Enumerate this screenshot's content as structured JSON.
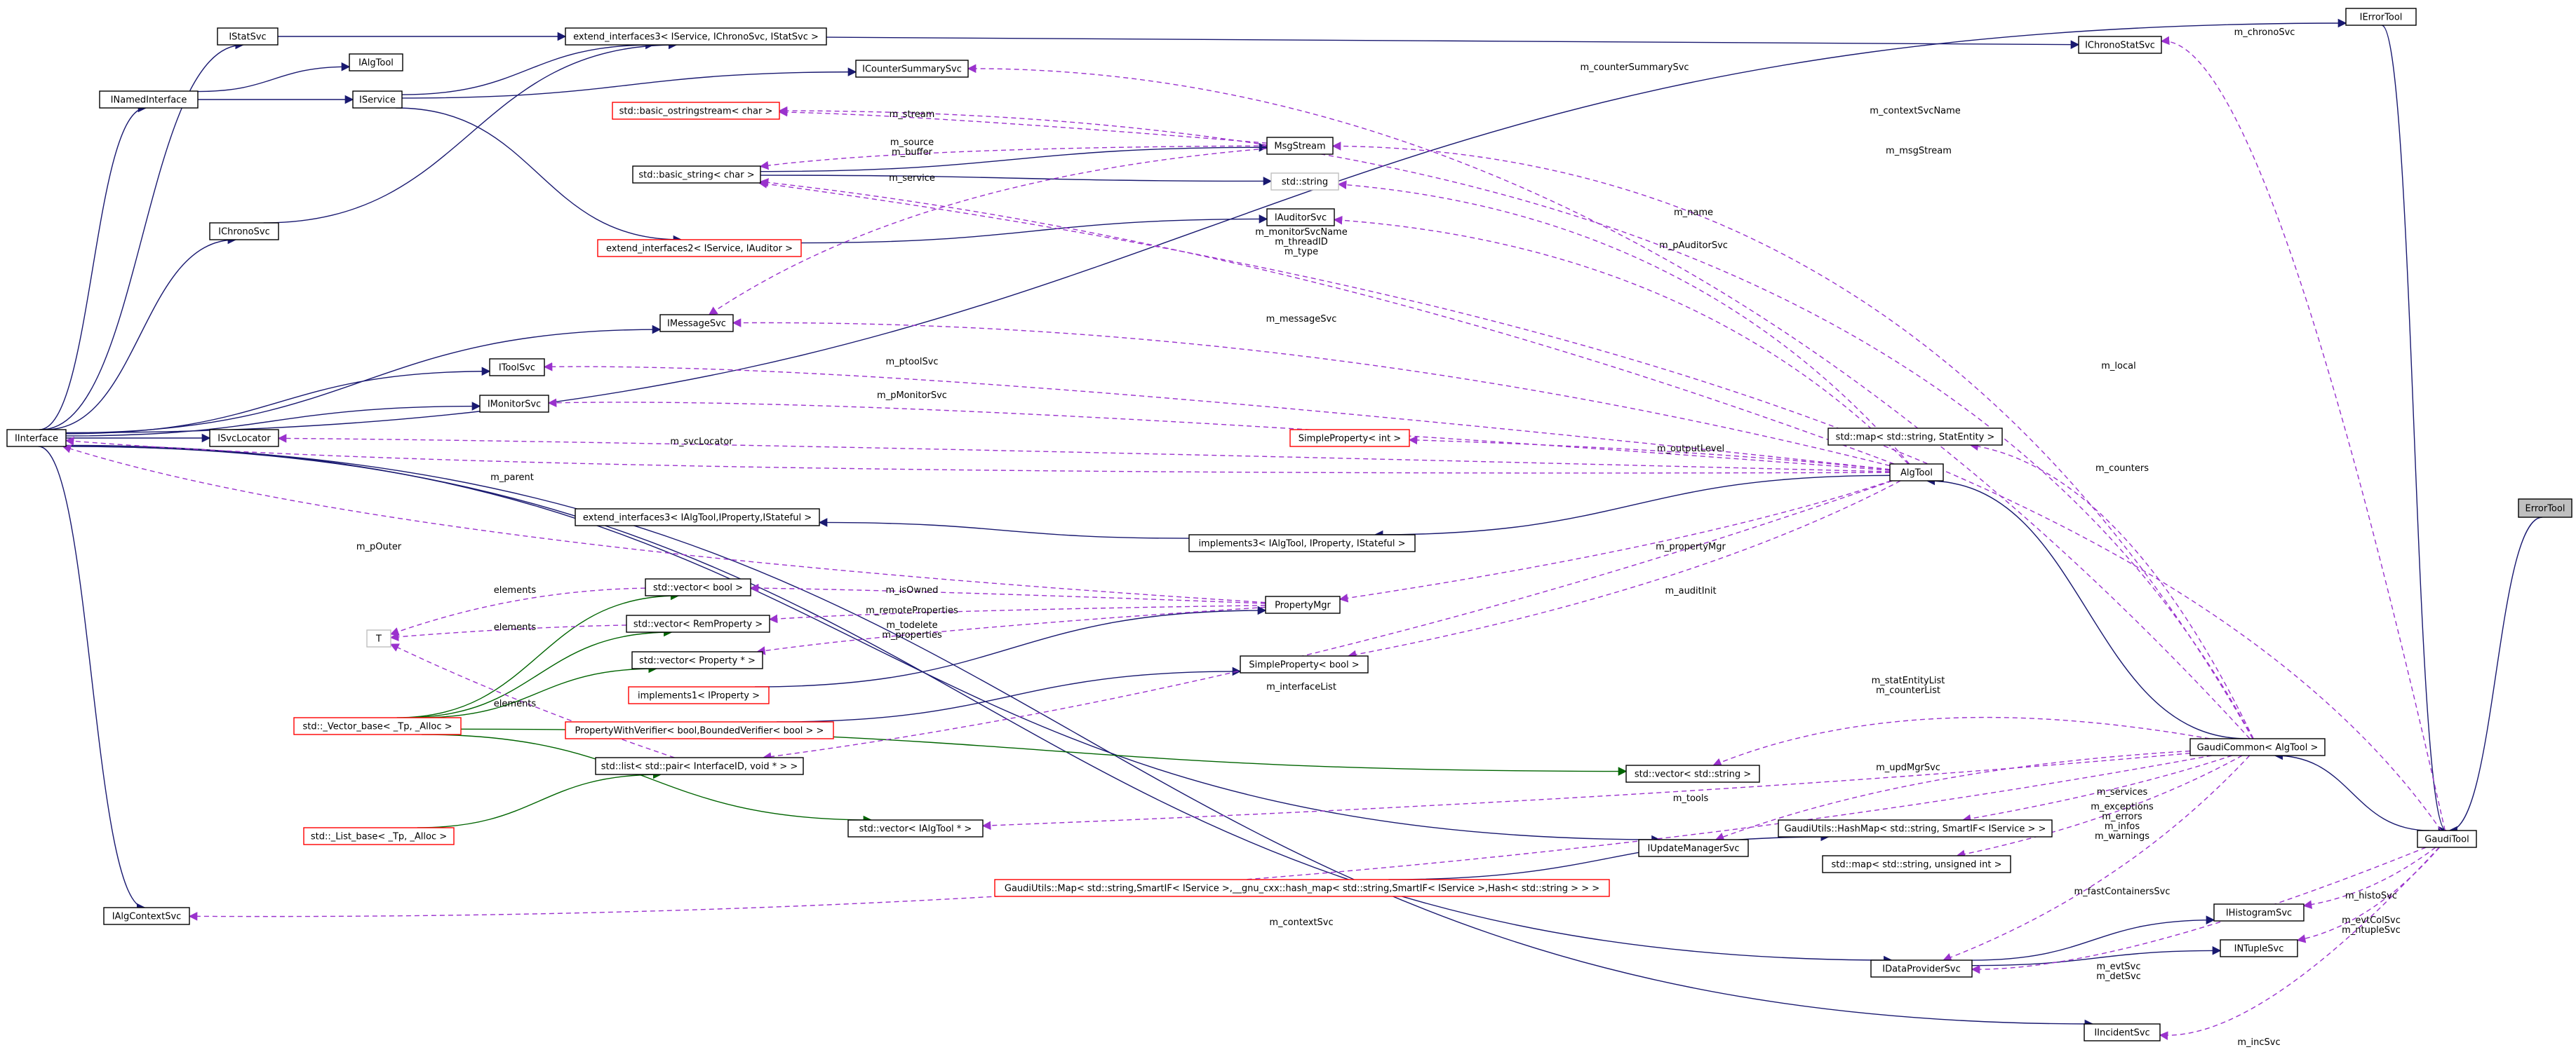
{
  "nodes": [
    {
      "id": "IErrorTool",
      "label": "IErrorTool",
      "style": "normal"
    },
    {
      "id": "ErrorTool",
      "label": "ErrorTool",
      "style": "focus"
    },
    {
      "id": "IStatSvc",
      "label": "IStatSvc",
      "style": "normal"
    },
    {
      "id": "extend3",
      "label": "extend_interfaces3< IService, IChronoSvc, IStatSvc >",
      "style": "normal"
    },
    {
      "id": "IChronoStatSvc",
      "label": "IChronoStatSvc",
      "style": "normal"
    },
    {
      "id": "IAlgTool",
      "label": "IAlgTool",
      "style": "normal"
    },
    {
      "id": "ICounterSummarySvc",
      "label": "ICounterSummarySvc",
      "style": "normal"
    },
    {
      "id": "INamedInterface",
      "label": "INamedInterface",
      "style": "normal"
    },
    {
      "id": "IService",
      "label": "IService",
      "style": "normal"
    },
    {
      "id": "basic_ostringstream",
      "label": "std::basic_ostringstream< char >",
      "style": "red"
    },
    {
      "id": "MsgStream",
      "label": "MsgStream",
      "style": "normal"
    },
    {
      "id": "basic_string",
      "label": "std::basic_string< char >",
      "style": "normal"
    },
    {
      "id": "string",
      "label": "std::string",
      "style": "grey"
    },
    {
      "id": "IAuditorSvc",
      "label": "IAuditorSvc",
      "style": "normal"
    },
    {
      "id": "IChronoSvc",
      "label": "IChronoSvc",
      "style": "normal"
    },
    {
      "id": "extend2",
      "label": "extend_interfaces2< IService, IAuditor >",
      "style": "red"
    },
    {
      "id": "IMessageSvc",
      "label": "IMessageSvc",
      "style": "normal"
    },
    {
      "id": "IToolSvc",
      "label": "IToolSvc",
      "style": "normal"
    },
    {
      "id": "IMonitorSvc",
      "label": "IMonitorSvc",
      "style": "normal"
    },
    {
      "id": "IInterface",
      "label": "IInterface",
      "style": "normal"
    },
    {
      "id": "ISvcLocator",
      "label": "ISvcLocator",
      "style": "normal"
    },
    {
      "id": "SimplePropertyInt",
      "label": "SimpleProperty< int >",
      "style": "red"
    },
    {
      "id": "mapStatEntity",
      "label": "std::map< std::string, StatEntity >",
      "style": "normal"
    },
    {
      "id": "AlgTool",
      "label": "AlgTool",
      "style": "normal"
    },
    {
      "id": "extend3alg",
      "label": "extend_interfaces3< IAlgTool,IProperty,IStateful >",
      "style": "normal"
    },
    {
      "id": "implements3",
      "label": "implements3< IAlgTool, IProperty, IStateful >",
      "style": "normal"
    },
    {
      "id": "vectorBool",
      "label": "std::vector< bool >",
      "style": "normal"
    },
    {
      "id": "T",
      "label": "T",
      "style": "grey"
    },
    {
      "id": "vectorRemProp",
      "label": "std::vector< RemProperty >",
      "style": "normal"
    },
    {
      "id": "PropertyMgr",
      "label": "PropertyMgr",
      "style": "normal"
    },
    {
      "id": "vectorProp",
      "label": "std::vector< Property * >",
      "style": "normal"
    },
    {
      "id": "SimplePropertyBool",
      "label": "SimpleProperty< bool >",
      "style": "normal"
    },
    {
      "id": "implements1",
      "label": "implements1< IProperty >",
      "style": "red"
    },
    {
      "id": "vectorBase",
      "label": "std::_Vector_base< _Tp, _Alloc >",
      "style": "red"
    },
    {
      "id": "PropertyWithVerifier",
      "label": "PropertyWithVerifier< bool,BoundedVerifier< bool > >",
      "style": "red"
    },
    {
      "id": "listPair",
      "label": "std::list< std::pair< InterfaceID, void * > >",
      "style": "normal"
    },
    {
      "id": "vectorString",
      "label": "std::vector< std::string >",
      "style": "normal"
    },
    {
      "id": "GaudiCommon",
      "label": "GaudiCommon< AlgTool >",
      "style": "normal"
    },
    {
      "id": "listBase",
      "label": "std::_List_base< _Tp, _Alloc >",
      "style": "red"
    },
    {
      "id": "vectorIAlgTool",
      "label": "std::vector< IAlgTool * >",
      "style": "normal"
    },
    {
      "id": "HashMap",
      "label": "GaudiUtils::HashMap< std::string, SmartIF< IService > >",
      "style": "normal"
    },
    {
      "id": "GaudiTool",
      "label": "GaudiTool",
      "style": "normal"
    },
    {
      "id": "IUpdateManagerSvc",
      "label": "IUpdateManagerSvc",
      "style": "normal"
    },
    {
      "id": "mapUInt",
      "label": "std::map< std::string, unsigned int >",
      "style": "normal"
    },
    {
      "id": "GaudiUtilsMap",
      "label": "GaudiUtils::Map< std::string,SmartIF< IService >,__gnu_cxx::hash_map< std::string,SmartIF< IService >,Hash< std::string > > >",
      "style": "red"
    },
    {
      "id": "IAlgContextSvc",
      "label": "IAlgContextSvc",
      "style": "normal"
    },
    {
      "id": "IHistogramSvc",
      "label": "IHistogramSvc",
      "style": "normal"
    },
    {
      "id": "INTupleSvc",
      "label": "INTupleSvc",
      "style": "normal"
    },
    {
      "id": "IDataProviderSvc",
      "label": "IDataProviderSvc",
      "style": "normal"
    },
    {
      "id": "IIncidentSvc",
      "label": "IIncidentSvc",
      "style": "normal"
    }
  ],
  "edge_labels": {
    "m_chronoSvc": "m_chronoSvc",
    "m_counterSummarySvc": "m_counterSummarySvc",
    "m_contextSvcName": "m_contextSvcName",
    "m_stream": "m_stream",
    "m_source": "m_source",
    "m_buffer": "m_buffer",
    "m_service": "m_service",
    "m_msgStream": "m_msgStream",
    "m_name": "m_name",
    "m_monitorSvcName": "m_monitorSvcName",
    "m_threadID": "m_threadID",
    "m_type": "m_type",
    "m_pAuditorSvc": "m_pAuditorSvc",
    "m_messageSvc": "m_messageSvc",
    "m_local": "m_local",
    "m_ptoolSvc": "m_ptoolSvc",
    "m_pMonitorSvc": "m_pMonitorSvc",
    "m_svcLocator": "m_svcLocator",
    "m_outputLevel": "m_outputLevel",
    "m_counters": "m_counters",
    "m_parent": "m_parent",
    "m_pOuter": "m_pOuter",
    "m_propertyMgr": "m_propertyMgr",
    "elements1": "elements",
    "m_isOwned": "m_isOwned",
    "elements2": "elements",
    "m_remoteProperties": "m_remoteProperties",
    "m_todelete": "m_todelete",
    "m_properties": "m_properties",
    "m_auditInit": "m_auditInit",
    "elements3": "elements",
    "m_interfaceList": "m_interfaceList",
    "m_statEntityList": "m_statEntityList",
    "m_counterList": "m_counterList",
    "m_updMgrSvc": "m_updMgrSvc",
    "m_tools": "m_tools",
    "m_services": "m_services",
    "m_exceptions": "m_exceptions",
    "m_errors": "m_errors",
    "m_infos": "m_infos",
    "m_warnings": "m_warnings",
    "m_fastContainersSvc": "m_fastContainersSvc",
    "m_histoSvc": "m_histoSvc",
    "m_contextSvc": "m_contextSvc",
    "m_evtColSvc": "m_evtColSvc",
    "m_ntupleSvc": "m_ntupleSvc",
    "m_evtSvc": "m_evtSvc",
    "m_detSvc": "m_detSvc",
    "m_incSvc": "m_incSvc"
  },
  "legend_colors": {
    "inheritance": "#191970",
    "template": "#006400",
    "usage": "#9a32cd",
    "incomplete_node_border": "#ff0000",
    "focus_fill": "#bfbfbf"
  }
}
